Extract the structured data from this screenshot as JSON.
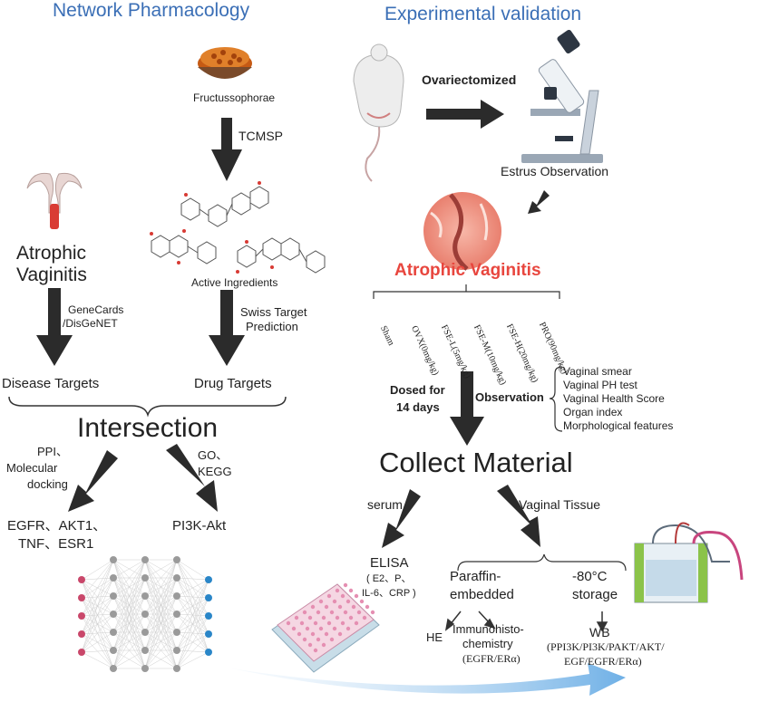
{
  "titles": {
    "left": "Network Pharmacology",
    "right": "Experimental validation"
  },
  "herb": "Fructussophorae",
  "tcmsp": "TCMSP",
  "active": "Active Ingredients",
  "disease": {
    "line1": "Atrophic",
    "line2": "Vaginitis"
  },
  "genecards": {
    "line1": "GeneCards",
    "line2": "/DisGeNET"
  },
  "swiss": {
    "line1": "Swiss Target",
    "line2": "Prediction"
  },
  "disease_targets": "Disease Targets",
  "drug_targets": "Drug Targets",
  "intersection": "Intersection",
  "ppi": {
    "line1": "PPI、",
    "line2": "Molecular",
    "line3": "docking"
  },
  "go": {
    "line1": "GO、",
    "line2": "KEGG"
  },
  "hubs": {
    "line1": "EGFR、AKT1、",
    "line2": "TNF、ESR1"
  },
  "pathway": "PI3K-Akt",
  "ovx": "Ovariectomized",
  "estrus": "Estrus Observation",
  "av_title": "Atrophic Vaginitis",
  "groups": [
    "Sham",
    "OVX(0mg/kg)",
    "FSE-L(5mg/kg)",
    "FSE-M(10mg/kg)",
    "FSE-H(20mg/kg)",
    "PRO(90mg/kg)"
  ],
  "dosed": {
    "line1": "Dosed for",
    "line2": "14 days"
  },
  "observation": "Observation",
  "obs_items": [
    "Vaginal smear",
    "Vaginal PH test",
    "Vaginal Health Score",
    "Organ index",
    "Morphological features"
  ],
  "collect": "Collect Material",
  "serum": "serum",
  "tissue": "Vaginal Tissue",
  "elisa": {
    "line1": "ELISA",
    "line2": "( E2、P、",
    "line3": "IL-6、CRP )"
  },
  "paraffin": {
    "line1": "Paraffin-",
    "line2": "embedded"
  },
  "storage": {
    "line1": "-80°C",
    "line2": "storage"
  },
  "he": "HE",
  "ihc": {
    "line1": "Immunohisto-",
    "line2": "chemistry",
    "line3": "(EGFR/ERα)"
  },
  "wb": {
    "line1": "WB",
    "line2": "(PPI3K/PI3K/PAKT/AKT/",
    "line3": "EGF/EGFR/ERα)"
  }
}
